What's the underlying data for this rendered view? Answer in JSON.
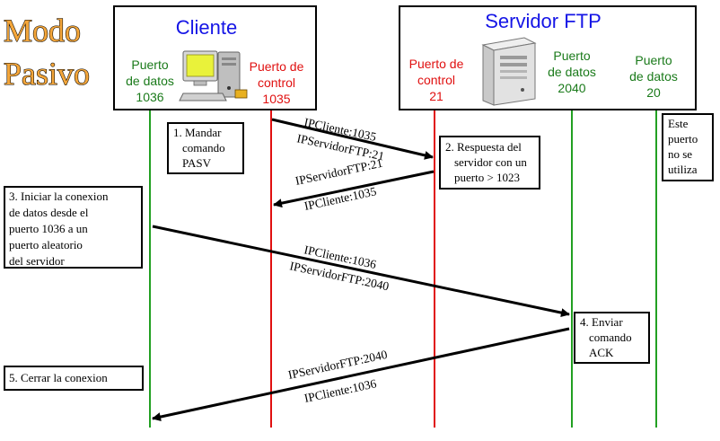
{
  "title": [
    "Modo",
    "Pasivo"
  ],
  "client": {
    "name": "Cliente",
    "data_port": [
      "Puerto",
      "de datos",
      "1036"
    ],
    "control_port": [
      "Puerto de",
      "control",
      "1035"
    ]
  },
  "server": {
    "name": "Servidor FTP",
    "control_port": [
      "Puerto de",
      "control",
      "21"
    ],
    "data_port_2040": [
      "Puerto",
      "de datos",
      "2040"
    ],
    "data_port_20": [
      "Puerto",
      "de datos",
      "20"
    ]
  },
  "notes": [
    {
      "lines": [
        "1. Mandar",
        "comando",
        "PASV"
      ]
    },
    {
      "lines": [
        "2. Respuesta del",
        "servidor con un",
        "puerto > 1023"
      ]
    },
    {
      "lines": [
        "3. Iniciar la conexion",
        "de datos desde el",
        "puerto 1036 a un",
        "puerto aleatorio",
        "del servidor"
      ]
    },
    {
      "lines": [
        "4. Enviar",
        "comando",
        "ACK"
      ]
    },
    {
      "lines": [
        "5. Cerrar la conexion"
      ]
    },
    {
      "lines": [
        "Este",
        "puerto",
        "no se",
        "utiliza"
      ]
    }
  ],
  "messages": [
    {
      "top": "IPCliente:1035",
      "bottom": "IPServidorFTP:21"
    },
    {
      "top": "IPServidorFTP:21",
      "bottom": "IPCliente:1035"
    },
    {
      "top": "IPCliente:1036",
      "bottom": "IPServidorFTP:2040"
    },
    {
      "top": "IPServidorFTP:2040",
      "bottom": "IPCliente:1036"
    }
  ],
  "colors": {
    "client_title": "#1515e6",
    "green_line": "#22a022",
    "red_line": "#e01010",
    "title_fill": "#f4a63a"
  },
  "icons": {
    "client_icon": "desktop-computer-icon",
    "server_icon": "server-tower-icon"
  }
}
